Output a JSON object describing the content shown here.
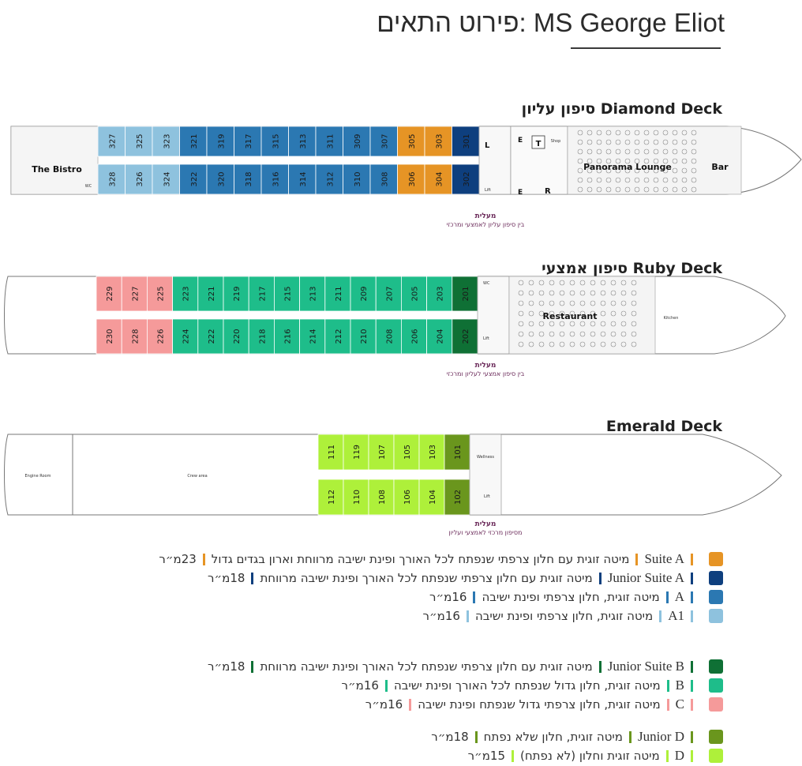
{
  "title": "פירוט התאים: MS George Eliot",
  "colors": {
    "suite_a": "#e69425",
    "junior_suite_a": "#0e3f7e",
    "cat_a": "#2b78b2",
    "cat_a1": "#8ec2de",
    "junior_suite_b": "#0f7035",
    "cat_b": "#1ebd8a",
    "cat_c": "#f59a9a",
    "junior_d": "#6a961d",
    "cat_d": "#aef03a"
  },
  "decks": {
    "diamond": {
      "label": "סיפון עליון Diamond Deck",
      "top_cabins": [
        "327",
        "325",
        "323",
        "321",
        "319",
        "317",
        "315",
        "313",
        "311",
        "309",
        "307",
        "305",
        "303",
        "301"
      ],
      "bottom_cabins": [
        "328",
        "326",
        "324",
        "322",
        "320",
        "318",
        "316",
        "314",
        "312",
        "310",
        "308",
        "306",
        "304",
        "302"
      ],
      "bistro": "The Bistro",
      "lounge": "Panorama Lounge",
      "bar": "Bar",
      "wc": "WC",
      "lift": "Lift",
      "shop": "Shop",
      "l": "L",
      "e": "E",
      "t": "T",
      "r": "R",
      "stair_title": "מעלית",
      "stair_sub": "בין סיפון עליון לאמצעי ומרכזי"
    },
    "ruby": {
      "label": "סיפון אמצעי Ruby Deck",
      "top_cabins": [
        "229",
        "227",
        "225",
        "223",
        "221",
        "219",
        "217",
        "215",
        "213",
        "211",
        "209",
        "207",
        "205",
        "203",
        "201"
      ],
      "bottom_cabins": [
        "230",
        "228",
        "226",
        "224",
        "222",
        "220",
        "218",
        "216",
        "214",
        "212",
        "210",
        "208",
        "206",
        "204",
        "202"
      ],
      "restaurant": "Restaurant",
      "kitchen": "Kitchen",
      "wc": "WC",
      "lift": "Lift",
      "stair_title": "מעלית",
      "stair_sub": "בין סיפון אמצעי לעליון ומרכזי"
    },
    "emerald": {
      "label": "Emerald Deck",
      "top_cabins": [
        "111",
        "119",
        "107",
        "105",
        "103",
        "101"
      ],
      "bottom_cabins": [
        "112",
        "110",
        "108",
        "106",
        "104",
        "102"
      ],
      "engine_room": "Engine Room",
      "crew_area": "Crew area",
      "wellness": "Wellness",
      "lift": "Lift",
      "stair_title": "מעלית",
      "stair_sub": "מסיפון מרכזי לאמצעי ועליון"
    }
  },
  "legend": [
    {
      "category": "Suite A",
      "description": "מיטה זוגית עם חלון צרפתי שנפתח לכל האורך ופינת ישיבה מרווחת וארון בגדים גדול",
      "size": "23מ״ר",
      "color": "#e69425",
      "bar": "#e69425"
    },
    {
      "category": "Junior Suite A",
      "description": "מיטה זוגית עם חלון צרפתי שנפתח לכל האורך ופינת ישיבה מרווחת",
      "size": "18מ״ר",
      "color": "#0e3f7e",
      "bar": "#0e3f7e"
    },
    {
      "category": "A",
      "description": "מיטה זוגית, חלון צרפתי ופינת ישיבה",
      "size": "16מ״ר",
      "color": "#2b78b2",
      "bar": "#2b78b2"
    },
    {
      "category": "A1",
      "description": "מיטה זוגית, חלון צרפתי ופינת ישיבה",
      "size": "16מ״ר",
      "color": "#8ec2de",
      "bar": "#8ec2de"
    },
    {
      "category": "Junior Suite B",
      "description": "מיטה זוגית עם חלון צרפתי שנפתח לכל האורך ופינת ישיבה מרווחת",
      "size": "18מ״ר",
      "color": "#0f7035",
      "bar": "#0f7035"
    },
    {
      "category": "B",
      "description": "מיטה זוגית, חלון גדול שנפתח לכל האורך ופינת ישיבה",
      "size": "16מ״ר",
      "color": "#1ebd8a",
      "bar": "#1ebd8a"
    },
    {
      "category": "C",
      "description": "מיטה זוגית, חלון צרפתי גדול שנפתח ופינת ישיבה",
      "size": "16מ״ר",
      "color": "#f59a9a",
      "bar": "#f59a9a"
    },
    {
      "category": "Junior D",
      "description": "מיטה זוגית, חלון שלא נפתח",
      "size": "18מ״ר",
      "color": "#6a961d",
      "bar": "#6a961d"
    },
    {
      "category": "D",
      "description": "מיטה זוגית וחלון (לא נפתח)",
      "size": "15מ״ר",
      "color": "#aef03a",
      "bar": "#aef03a"
    }
  ]
}
